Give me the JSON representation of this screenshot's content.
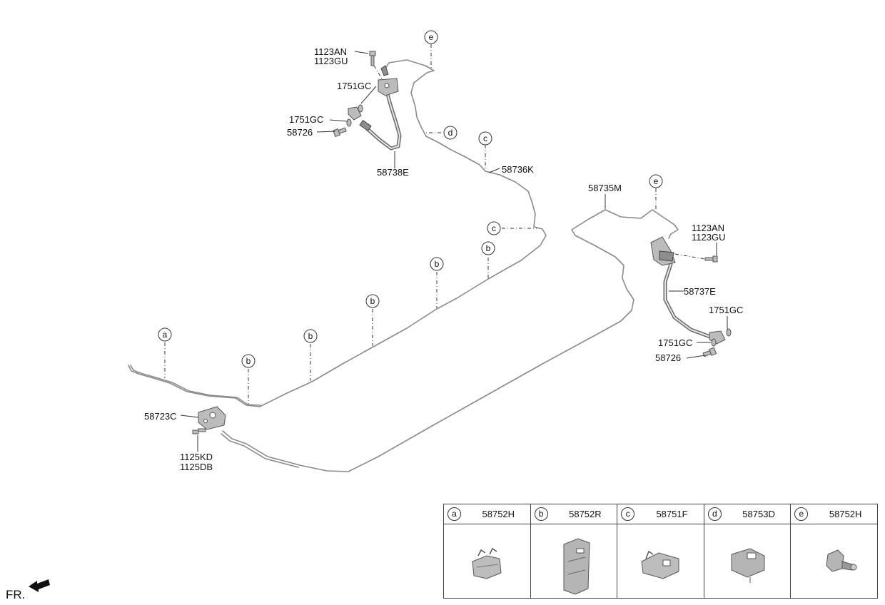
{
  "labels": {
    "bolt_top_1": "1123AN",
    "bolt_top_2": "1123GU",
    "gasket_top_a": "1751GC",
    "gasket_top_b": "1751GC",
    "bolt_banjo_top": "58726",
    "hose_front": "58738E",
    "tube_main": "58736K",
    "tube_rear": "58735M",
    "bolt_rear_1": "1123AN",
    "bolt_rear_2": "1123GU",
    "hose_rear": "58737E",
    "gasket_rear_a": "1751GC",
    "gasket_rear_b": "1751GC",
    "bolt_banjo_rear": "58726",
    "connector": "58723C",
    "bolt_connector_1": "1125KD",
    "bolt_connector_2": "1125DB"
  },
  "markers": {
    "a": "a",
    "b": "b",
    "c": "c",
    "d": "d",
    "e": "e"
  },
  "legend": [
    {
      "letter": "a",
      "part": "58752H"
    },
    {
      "letter": "b",
      "part": "58752R"
    },
    {
      "letter": "c",
      "part": "58751F"
    },
    {
      "letter": "d",
      "part": "58753D"
    },
    {
      "letter": "e",
      "part": "58752H"
    }
  ],
  "direction": "FR."
}
